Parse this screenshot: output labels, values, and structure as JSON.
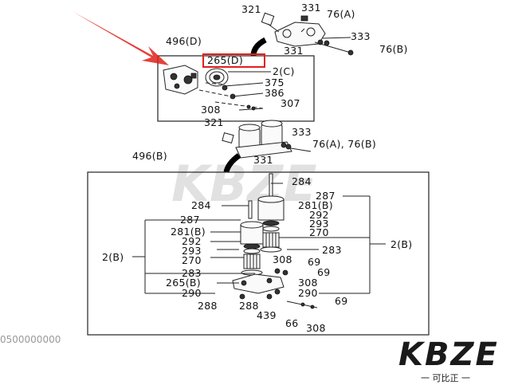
{
  "colors": {
    "highlight": "#e0201a",
    "arrow": "#e0201a",
    "watermark": "#d0d0d0",
    "logo_dark": "#1a1a1a"
  },
  "labels": {
    "l321a": "321",
    "l331a": "331",
    "l76a": "76(A)",
    "l333a": "333",
    "l331b": "331",
    "l76b": "76(B)",
    "l496d": "496(D)",
    "l265d": "265(D)",
    "l2c": "2(C)",
    "l375": "375",
    "l386": "386",
    "l307": "307",
    "l308a": "308",
    "l321b": "321",
    "l333b": "333",
    "l76ab": "76(A), 76(B)",
    "l331c": "331",
    "l496b": "496(B)",
    "l284a": "284",
    "l287a": "287",
    "l284b": "284",
    "l281ba": "281(B)",
    "l292a": "292",
    "l293a": "293",
    "l270a": "270",
    "l287b": "287",
    "l281bb": "281(B)",
    "l2br": "2(B)",
    "l292b": "292",
    "l293b": "293",
    "l283a": "283",
    "l2bl": "2(B)",
    "l270b": "270",
    "l308b": "308",
    "l69a": "69",
    "l69b": "69",
    "l283b": "283",
    "l265b": "265(B)",
    "l308c": "308",
    "l290a": "290",
    "l290b": "290",
    "l69c": "69",
    "l288a": "288",
    "l288b": "288",
    "l439": "439",
    "l66": "66",
    "l308d": "308"
  },
  "doc_number": "0500000000",
  "watermark_text": "KBZE",
  "logo": {
    "brand": "KBZE",
    "subtitle": "一 可比正 一"
  }
}
